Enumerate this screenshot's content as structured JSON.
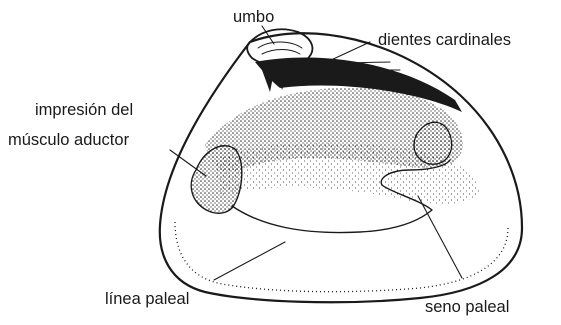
{
  "labels": {
    "umbo": "umbo",
    "cardinal_teeth": "dientes cardinales",
    "adductor_line1": "impresión del",
    "adductor_line2": "músculo aductor",
    "pallial_line": "línea paleal",
    "pallial_sinus": "seno paleal"
  },
  "colors": {
    "ink": "#1a1a1a",
    "background": "#ffffff"
  }
}
